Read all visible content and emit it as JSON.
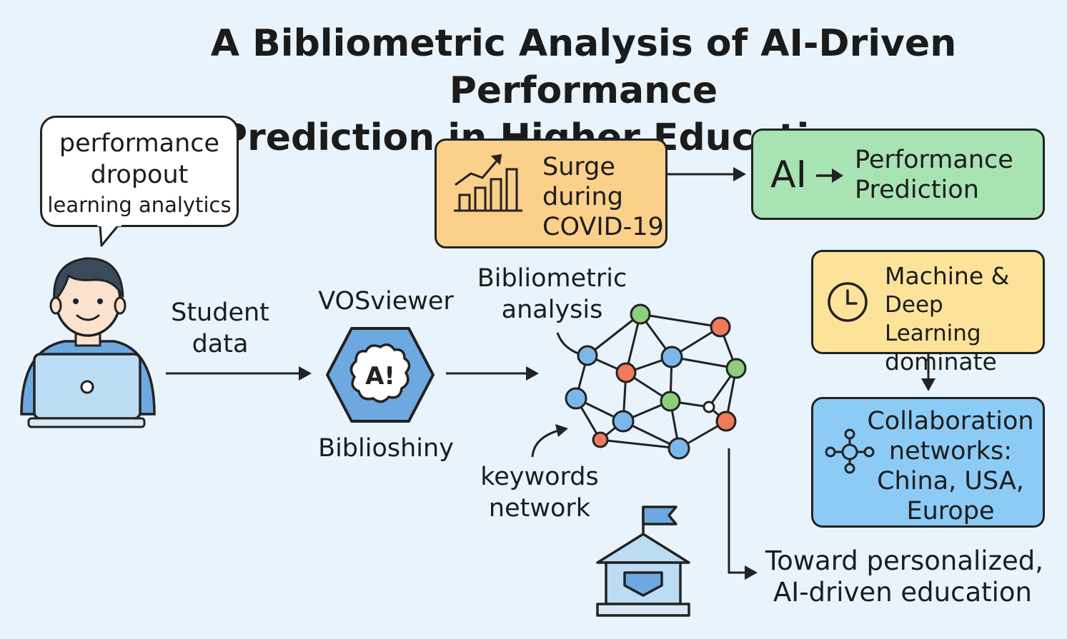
{
  "title": {
    "line1": "A Bibliometric Analysis of AI-Driven Performance",
    "line2": "Prediction in Higher Education"
  },
  "speech_bubble": {
    "line1": "performance",
    "line2": "dropout",
    "line3": "learning analytics"
  },
  "flow": {
    "student_data": [
      "Student",
      "data"
    ],
    "vosviewer": "VOSviewer",
    "ai_badge": "A!",
    "biblioshiny": "Biblioshiny",
    "bibliometric": [
      "Bibliometric",
      "analysis"
    ],
    "keywords": [
      "keywords",
      "network"
    ]
  },
  "boxes": {
    "surge": [
      "Surge",
      "during",
      "COVID-19"
    ],
    "ai_label": "AI",
    "performance": [
      "Performance",
      "Prediction"
    ],
    "machine": [
      "Machine &",
      "Deep Learning",
      "dominate"
    ],
    "collab": [
      "Collaboration",
      "networks:",
      "China, USA,",
      "Europe"
    ]
  },
  "conclusion": [
    "Toward personalized,",
    "AI-driven education"
  ],
  "colors": {
    "background": "#e8f3fb",
    "orange": "#fbd08a",
    "green": "#a8e3b3",
    "yellow": "#fde39a",
    "blue": "#8ccbf5",
    "node_blue": "#7ab8ec",
    "node_red": "#f07a5a",
    "node_green": "#8fcf7c"
  }
}
